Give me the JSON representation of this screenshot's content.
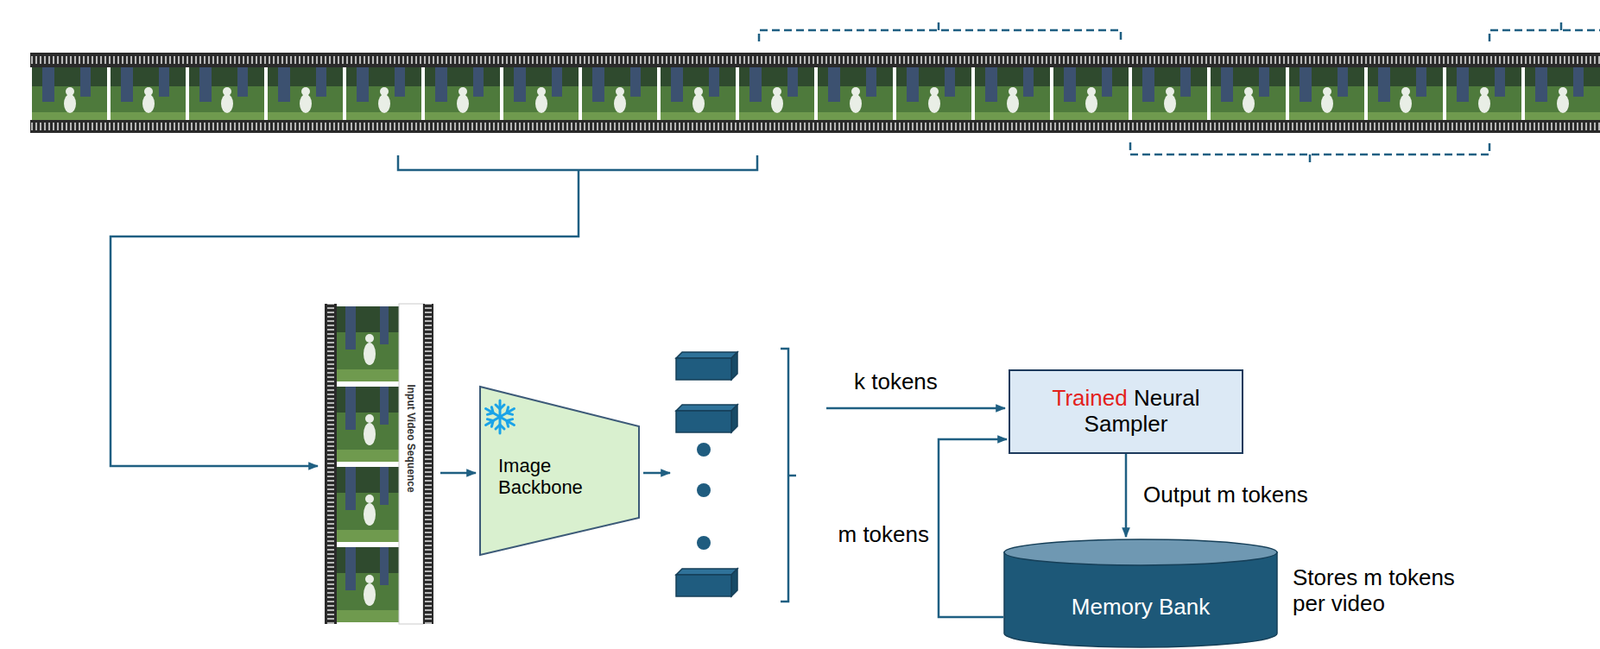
{
  "diagram": {
    "nodes": [
      {
        "text": [
          "Image Backbone"
        ]
      },
      {
        "text": [
          "Trained Neural Sampler"
        ]
      },
      {
        "text": [
          "Memory Bank"
        ]
      }
    ],
    "edges": [
      {
        "from": 1,
        "to": 2,
        "arrow": "to",
        "label": "Output m tokens"
      },
      {
        "from": 2,
        "to": 1,
        "arrow": "to",
        "label": "m tokens"
      }
    ],
    "labels": [
      "Input Video Sequence",
      "k tokens",
      "Stores m tokens per video"
    ]
  }
}
